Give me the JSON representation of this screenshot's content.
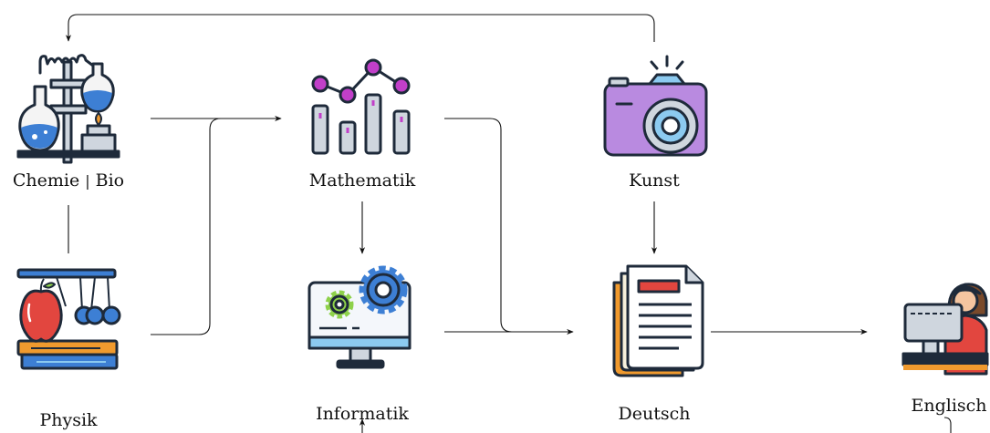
{
  "nodes": {
    "chemie_bio": {
      "part1": "Chemie",
      "separator": "|",
      "part2": "Bio"
    },
    "physik": {
      "label": "Physik"
    },
    "mathematik": {
      "label": "Mathematik"
    },
    "informatik": {
      "label": "Informatik"
    },
    "kunst": {
      "label": "Kunst"
    },
    "deutsch": {
      "label": "Deutsch"
    },
    "englisch": {
      "label": "Englisch"
    }
  },
  "colors": {
    "outline": "#1e2a3a",
    "purple": "#b98ae0",
    "magenta": "#c13fc9",
    "blue": "#3d7fd4",
    "lightblue": "#8ccaf0",
    "red": "#e2463f",
    "orange": "#f09a2e",
    "green": "#8ed14a",
    "gray": "#cfd6de",
    "paper": "#f6f0dc"
  },
  "icons": {
    "chemie_bio": "chemistry-lab-icon",
    "physik": "physics-pendulum-icon",
    "mathematik": "math-chart-icon",
    "informatik": "computer-gears-icon",
    "kunst": "camera-icon",
    "deutsch": "document-icon",
    "englisch": "student-at-computer-icon"
  }
}
